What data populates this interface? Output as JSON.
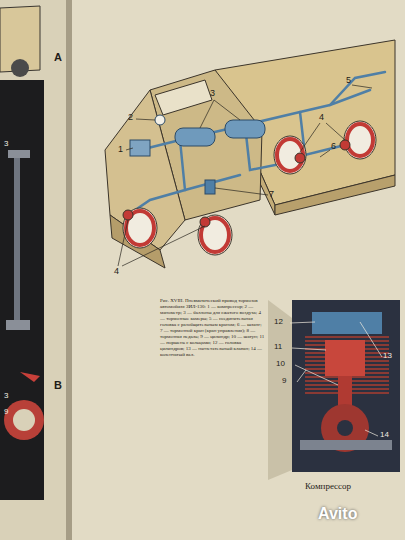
{
  "diagram": {
    "caption": "Рис. XVIII. Пневматический привод тормозов автомобиля ЗИЛ-130: 1 — компрессор; 2 — манометр; 3 — баллоны для сжатого воздуха; 4 — тормозные камеры; 5 — соединительная головка с разобщительным краном; 6 — шланг; 7 — тормозной кран (кран управления); 8 — тормозная педаль; 9 — цилиндр; 10 — шатун; 11 — поршень с кольцами; 12 — головка цилиндров; 13 — нагнетательный клапан; 14 — коленчатый вал.",
    "labels": [
      "А",
      "3",
      "В",
      "3",
      "9",
      "2",
      "3",
      "1",
      "7",
      "4",
      "5",
      "6",
      "4",
      "12",
      "11",
      "10",
      "9",
      "13",
      "14",
      "Компрессор",
      "Avito"
    ]
  }
}
